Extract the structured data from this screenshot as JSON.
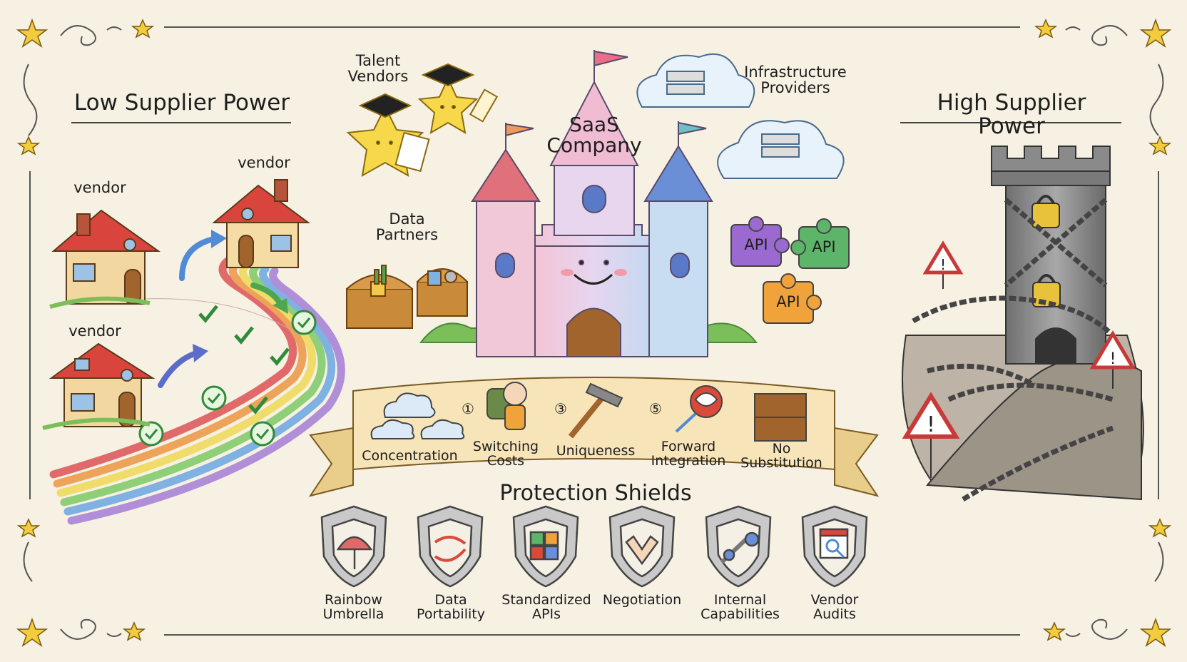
{
  "left": {
    "title": "Low Supplier Power",
    "vendors": [
      "vendor",
      "vendor",
      "vendor"
    ]
  },
  "right": {
    "title": "High Supplier Power"
  },
  "center": {
    "company": "SaaS\nCompany",
    "talent": "Talent\nVendors",
    "data_partners": "Data\nPartners",
    "infrastructure": "Infrastructure\nProviders",
    "api": [
      "API",
      "API",
      "API"
    ]
  },
  "banner": {
    "items": [
      {
        "label": "Concentration"
      },
      {
        "num": "①",
        "label": "Switching\nCosts"
      },
      {
        "num": "③",
        "label": "Uniqueness"
      },
      {
        "num": "⑤",
        "label": "Forward\nIntegration"
      },
      {
        "label": "No\nSubstitution"
      }
    ]
  },
  "shields": {
    "title": "Protection Shields",
    "items": [
      {
        "label": "Rainbow\nUmbrella",
        "icon": "umbrella-icon"
      },
      {
        "label": "Data\nPortability",
        "icon": "arrows-icon"
      },
      {
        "label": "Standardized\nAPIs",
        "icon": "puzzle-icon"
      },
      {
        "label": "Negotiation",
        "icon": "handshake-icon"
      },
      {
        "label": "Internal\nCapabilities",
        "icon": "tools-icon"
      },
      {
        "label": "Vendor\nAudits",
        "icon": "audit-icon"
      }
    ]
  },
  "colors": {
    "paper": "#f6f1e3",
    "ink": "#1e1e1e",
    "castle_pink": "#f2c6d6",
    "castle_blue": "#c9dcf2",
    "tower_gray": "#8d8d8d",
    "banner": "#f7e4b8",
    "star": "#f2cc3c"
  }
}
